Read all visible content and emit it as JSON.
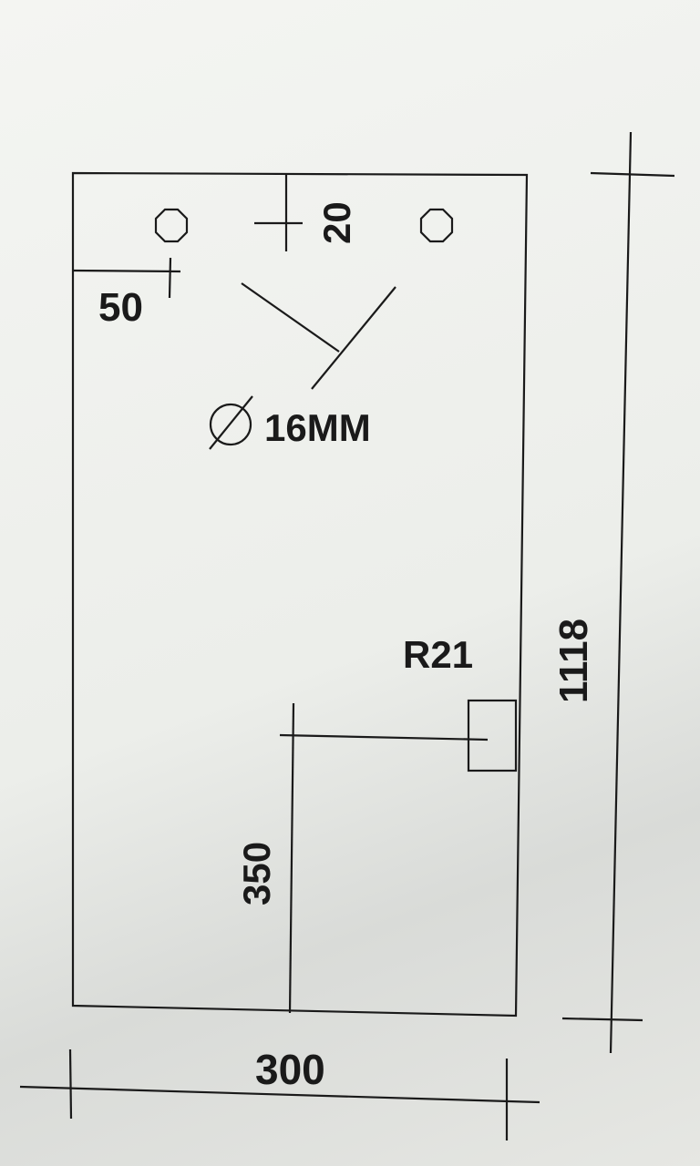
{
  "drawing": {
    "dim_width": "300",
    "dim_height": "1118",
    "dim_hole_left": "50",
    "dim_hole_top": "20",
    "hole_callout": "16MM",
    "cutout_label": "R21",
    "cutout_position": "350"
  }
}
